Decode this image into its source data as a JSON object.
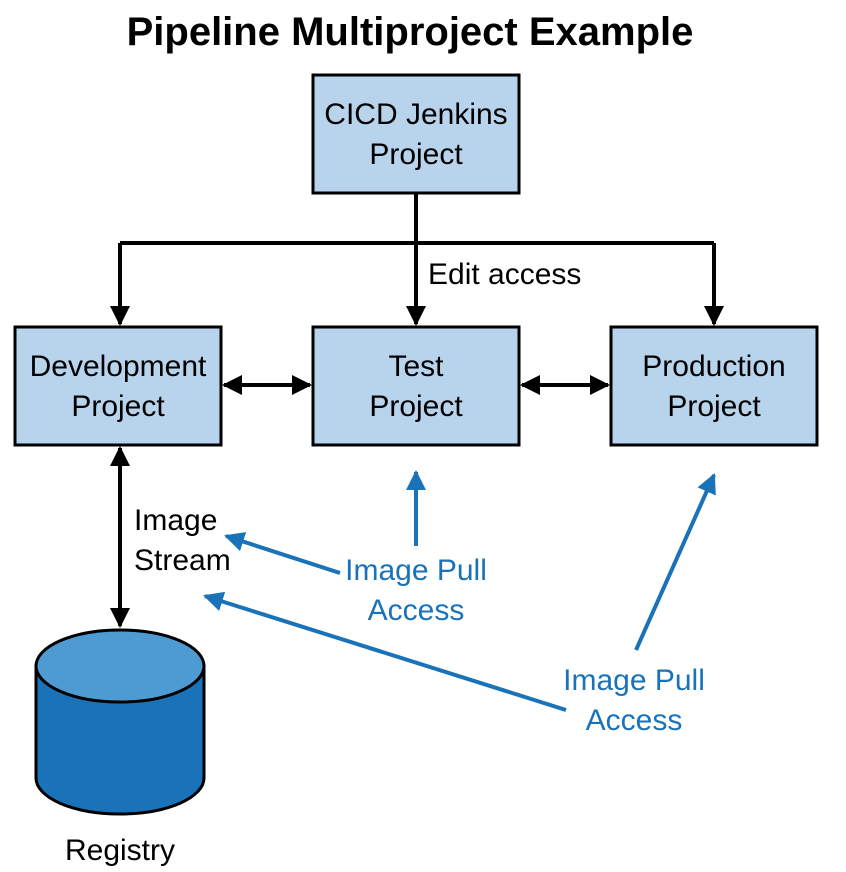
{
  "title": "Pipeline Multiproject Example",
  "colors": {
    "box_fill": "#b8d3ec",
    "accent_blue": "#1a72b8",
    "registry_top": "#4e9ad2",
    "registry_body": "#1a72b8",
    "line": "#000000"
  },
  "nodes": {
    "cicd": {
      "line1": "CICD Jenkins",
      "line2": "Project"
    },
    "development": {
      "line1": "Development",
      "line2": "Project"
    },
    "test": {
      "line1": "Test",
      "line2": "Project"
    },
    "production": {
      "line1": "Production",
      "line2": "Project"
    },
    "registry": {
      "label": "Registry",
      "icon": "database-cylinder-icon"
    }
  },
  "labels": {
    "edit_access": "Edit access",
    "image_stream": {
      "line1": "Image",
      "line2": "Stream"
    },
    "image_pull_test": {
      "line1": "Image Pull",
      "line2": "Access"
    },
    "image_pull_production": {
      "line1": "Image Pull",
      "line2": "Access"
    }
  }
}
